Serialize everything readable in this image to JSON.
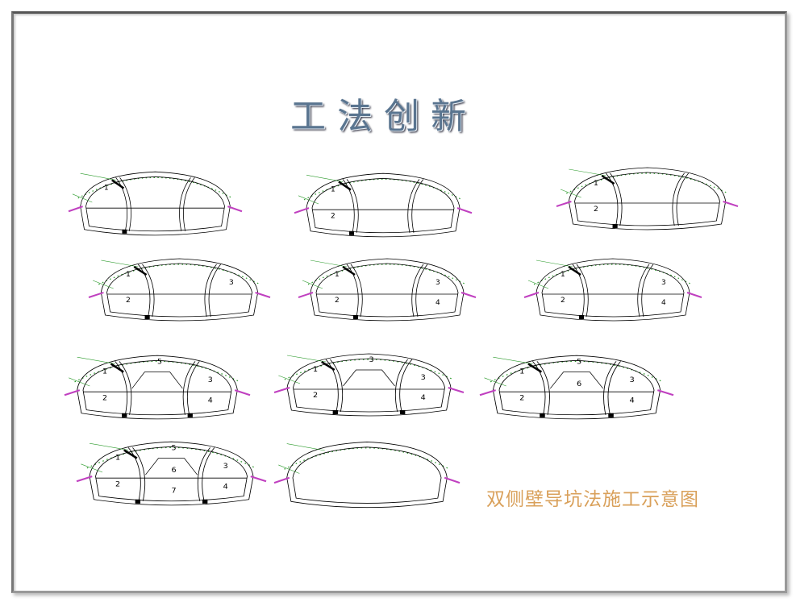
{
  "title": "工法创新",
  "caption": "双侧壁导坑法施工示意图",
  "colors": {
    "title": "#5a7590",
    "caption": "#d9a05a",
    "support_dots": "#2a9a2a",
    "bolt": "#c040c0",
    "line": "#000000"
  },
  "diagrams": [
    {
      "steps": [
        "1"
      ],
      "walls": true,
      "center": false
    },
    {
      "steps": [
        "1",
        "2"
      ],
      "walls": true,
      "center": false
    },
    {
      "steps": [
        "1",
        "2"
      ],
      "walls": true,
      "center": false
    },
    {
      "steps": [
        "1",
        "2",
        "3"
      ],
      "walls": true,
      "center": false
    },
    {
      "steps": [
        "1",
        "2",
        "3",
        "4"
      ],
      "walls": true,
      "center": false
    },
    {
      "steps": [
        "1",
        "2",
        "3",
        "4"
      ],
      "walls": true,
      "center": false
    },
    {
      "steps": [
        "1",
        "2",
        "5",
        "3",
        "4"
      ],
      "walls": true,
      "center": true
    },
    {
      "steps": [
        "1",
        "2",
        "3",
        "3",
        "4"
      ],
      "walls": true,
      "center": true
    },
    {
      "steps": [
        "1",
        "2",
        "5",
        "6",
        "3",
        "4"
      ],
      "walls": true,
      "center": true
    },
    {
      "steps": [
        "1",
        "2",
        "5",
        "6",
        "7",
        "3",
        "4"
      ],
      "walls": true,
      "center": true
    },
    {
      "steps": [],
      "walls": false,
      "center": false
    }
  ]
}
